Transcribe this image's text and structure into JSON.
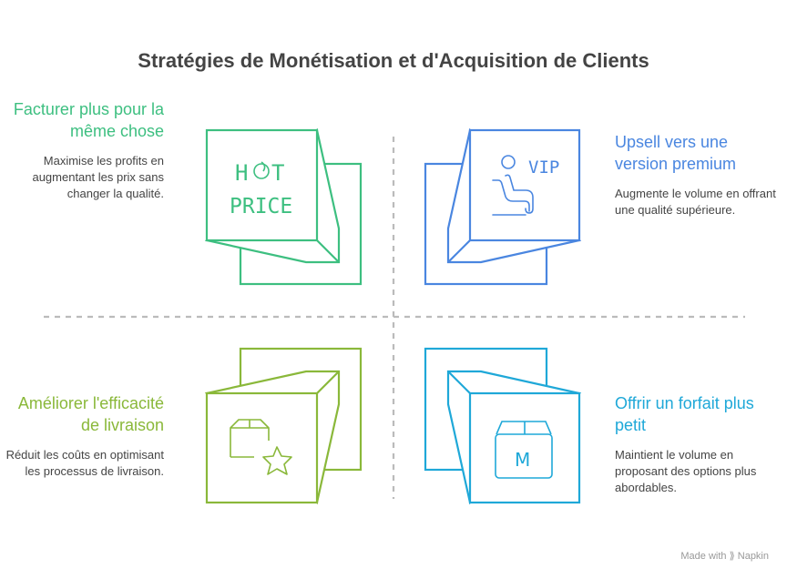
{
  "title": "Stratégies de Monétisation et d'Acquisition de Clients",
  "quadrants": [
    {
      "heading": "Facturer plus pour la même chose",
      "description": "Maximise les profits en augmentant les prix sans changer la qualité.",
      "color": "#3dbf80",
      "icon": "hot-price-icon",
      "icon_text": [
        "H",
        "T",
        "PRICE"
      ]
    },
    {
      "heading": "Upsell vers une version premium",
      "description": "Augmente le volume en offrant une qualité supérieure.",
      "color": "#4a86e0",
      "icon": "vip-seat-icon",
      "icon_text": [
        "VIP"
      ]
    },
    {
      "heading": "Améliorer l'efficacité de livraison",
      "description": "Réduit les coûts en optimisant les processus de livraison.",
      "color": "#8ab83a",
      "icon": "package-star-icon"
    },
    {
      "heading": "Offrir un forfait plus petit",
      "description": "Maintient le volume en proposant des options plus abordables.",
      "color": "#1fa8d8",
      "icon": "package-m-icon",
      "icon_text": [
        "M"
      ]
    }
  ],
  "footer": "Made with ⟫ Napkin"
}
